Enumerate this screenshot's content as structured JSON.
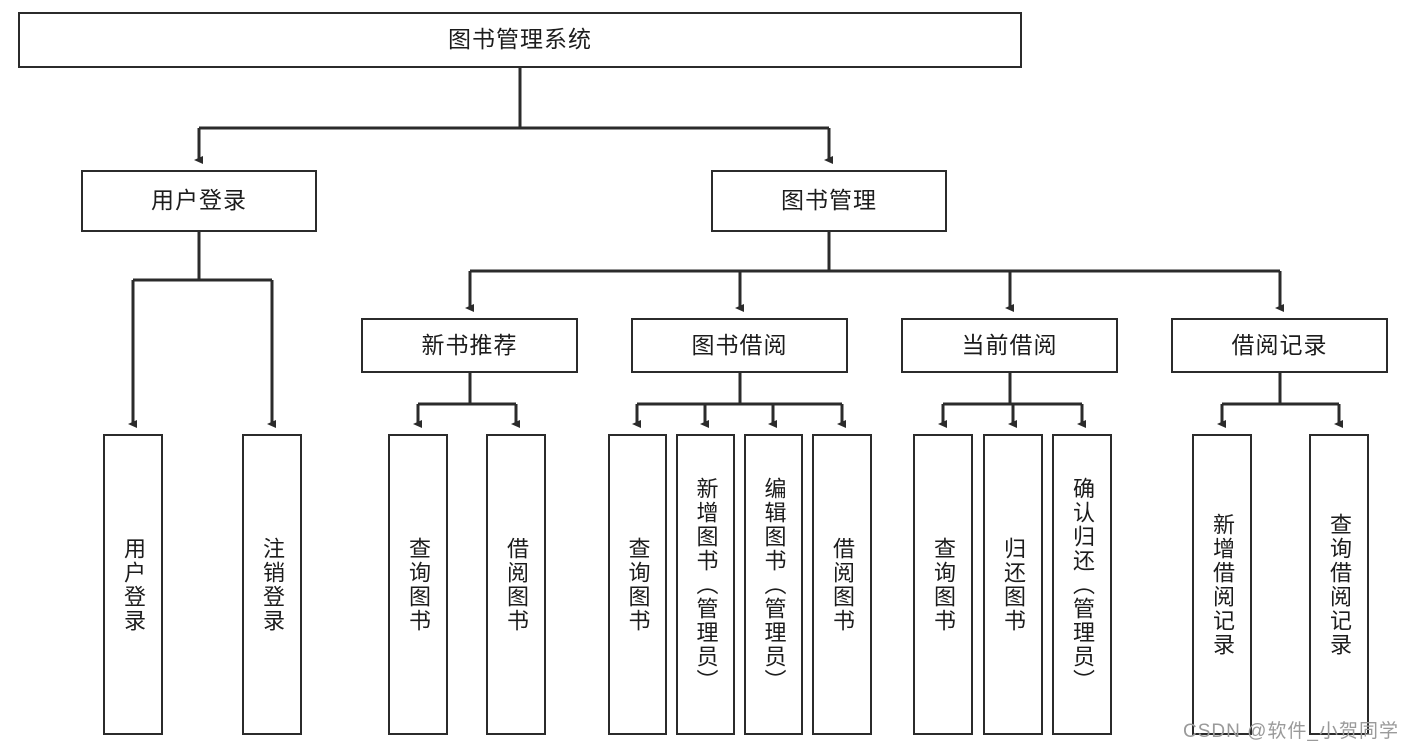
{
  "diagram": {
    "title": "图书管理系统",
    "type": "tree",
    "watermark": "CSDN @软件_小贺同学",
    "colors": {
      "box_border": "#2b2b2b",
      "box_fill": "#ffffff",
      "edge": "#2b2b2b",
      "text": "#1c1c1c",
      "watermark": "#9a9a9a"
    },
    "nodes": {
      "root": {
        "label": "图书管理系统"
      },
      "level1": [
        {
          "id": "user-login",
          "label": "用户登录"
        },
        {
          "id": "book-management",
          "label": "图书管理"
        }
      ],
      "level2": [
        {
          "id": "new-book-recommend",
          "label": "新书推荐"
        },
        {
          "id": "book-borrow",
          "label": "图书借阅"
        },
        {
          "id": "current-borrow",
          "label": "当前借阅"
        },
        {
          "id": "borrow-record",
          "label": "借阅记录"
        }
      ],
      "leaves": {
        "user-login": [
          {
            "id": "leaf-user-login",
            "label": "用户登录"
          },
          {
            "id": "leaf-logout-login",
            "label": "注销登录"
          }
        ],
        "new-book-recommend": [
          {
            "id": "leaf-query-books-1",
            "label": "查询图书"
          },
          {
            "id": "leaf-borrow-books-1",
            "label": "借阅图书"
          }
        ],
        "book-borrow": [
          {
            "id": "leaf-query-books-2",
            "label": "查询图书"
          },
          {
            "id": "leaf-add-book-admin",
            "label": "新增图书（管理员）"
          },
          {
            "id": "leaf-edit-book-admin",
            "label": "编辑图书（管理员）"
          },
          {
            "id": "leaf-borrow-books-2",
            "label": "借阅图书"
          }
        ],
        "current-borrow": [
          {
            "id": "leaf-query-books-3",
            "label": "查询图书"
          },
          {
            "id": "leaf-return-books",
            "label": "归还图书"
          },
          {
            "id": "leaf-confirm-return-admin",
            "label": "确认归还（管理员）"
          }
        ],
        "borrow-record": [
          {
            "id": "leaf-add-borrow-record",
            "label": "新增借阅记录"
          },
          {
            "id": "leaf-query-borrow-record",
            "label": "查询借阅记录"
          }
        ]
      }
    }
  }
}
